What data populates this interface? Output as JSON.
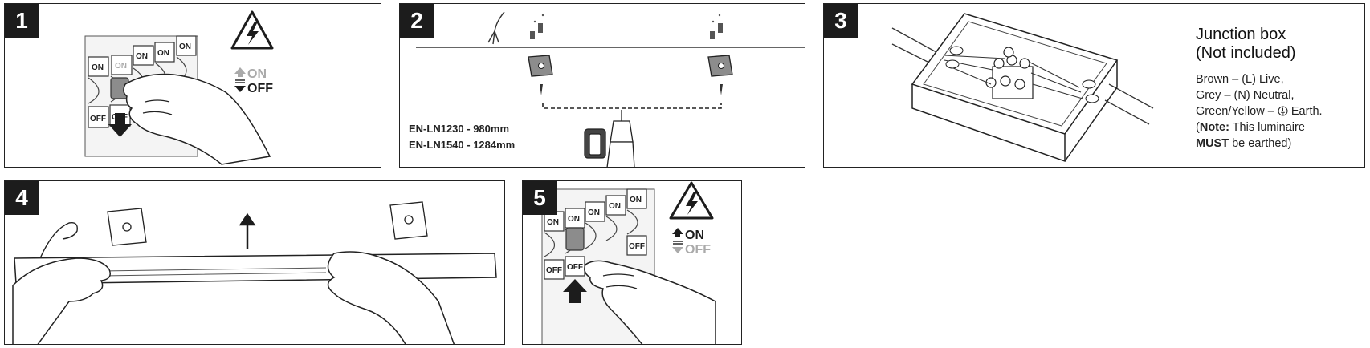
{
  "steps": [
    {
      "number": "1"
    },
    {
      "number": "2"
    },
    {
      "number": "3"
    },
    {
      "number": "4"
    },
    {
      "number": "5"
    }
  ],
  "breaker": {
    "on_label": "ON",
    "off_label": "OFF"
  },
  "step1": {
    "on_text": "ON",
    "off_text": "OFF",
    "active_state": "off"
  },
  "step5": {
    "on_text": "ON",
    "off_text": "OFF",
    "active_state": "on"
  },
  "step2": {
    "models": [
      "EN-LN1230 - 980mm",
      "EN-LN1540 - 1284mm"
    ]
  },
  "step3": {
    "title_line1": "Junction box",
    "title_line2": "(Not included)",
    "wire_brown": "Brown – (L) Live,",
    "wire_grey": "Grey – (N) Neutral,",
    "wire_earth_prefix": "Green/Yellow –",
    "wire_earth_suffix": "Earth.",
    "note_open": "(",
    "note_bold": "Note:",
    "note_rest": " This luminaire",
    "must": "MUST",
    "note_end": " be earthed)"
  },
  "colors": {
    "ink": "#1c1c1c",
    "faded": "#aaaaaa",
    "switch_grey": "#8c8c8c"
  },
  "icons": [
    "high-voltage-warning-icon",
    "arrow-up-icon",
    "arrow-down-icon",
    "earth-symbol-icon",
    "power-drill-icon"
  ]
}
